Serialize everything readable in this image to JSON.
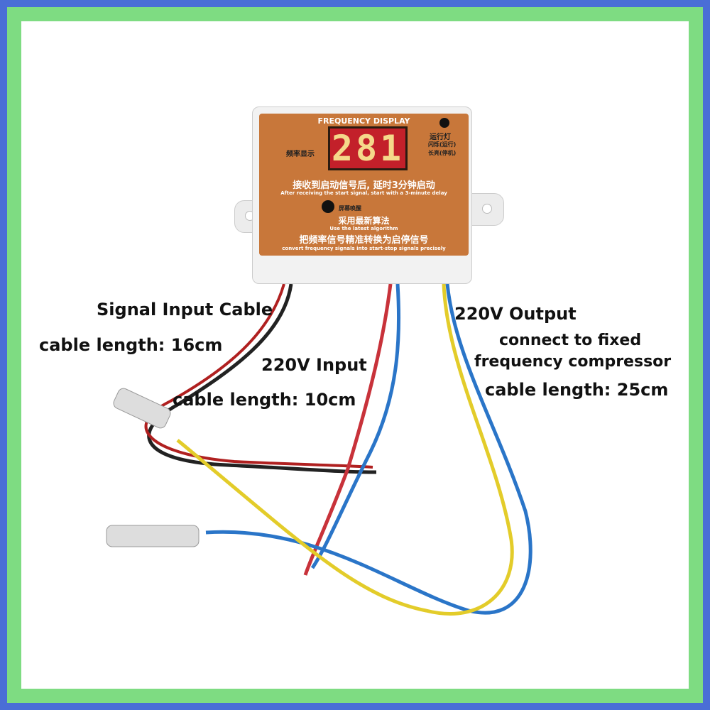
{
  "device": {
    "header": "FREQUENCY DISPLAY",
    "display_value": "281",
    "left_label": "频率显示",
    "run_light": "运行灯",
    "run_light_flash": "闪烁(运行)",
    "run_light_steady": "长亮(停机)",
    "delay_cn": "接收到启动信号后, 延时3分钟启动",
    "delay_en": "After receiving the start signal, start with a 3-minute delay",
    "screen_wake": "屏幕唤醒",
    "algo_cn": "采用最新算法",
    "algo_en": "Use the latest algorithm",
    "convert_cn": "把频率信号精准转换为启停信号",
    "convert_en": "convert frequency signals into start-stop signals precisely"
  },
  "labels": {
    "signal_title": "Signal Input Cable",
    "signal_length": "cable length: 16cm",
    "input_title": "220V Input",
    "input_length": "cable length: 10cm",
    "output_title": "220V Output",
    "output_desc1": "connect to fixed",
    "output_desc2": "frequency compressor",
    "output_length": "cable length: 25cm"
  },
  "colors": {
    "outer": "#4a6ed6",
    "frame": "#7edc82",
    "panel": "#c8773a",
    "display": "#c3202a"
  }
}
